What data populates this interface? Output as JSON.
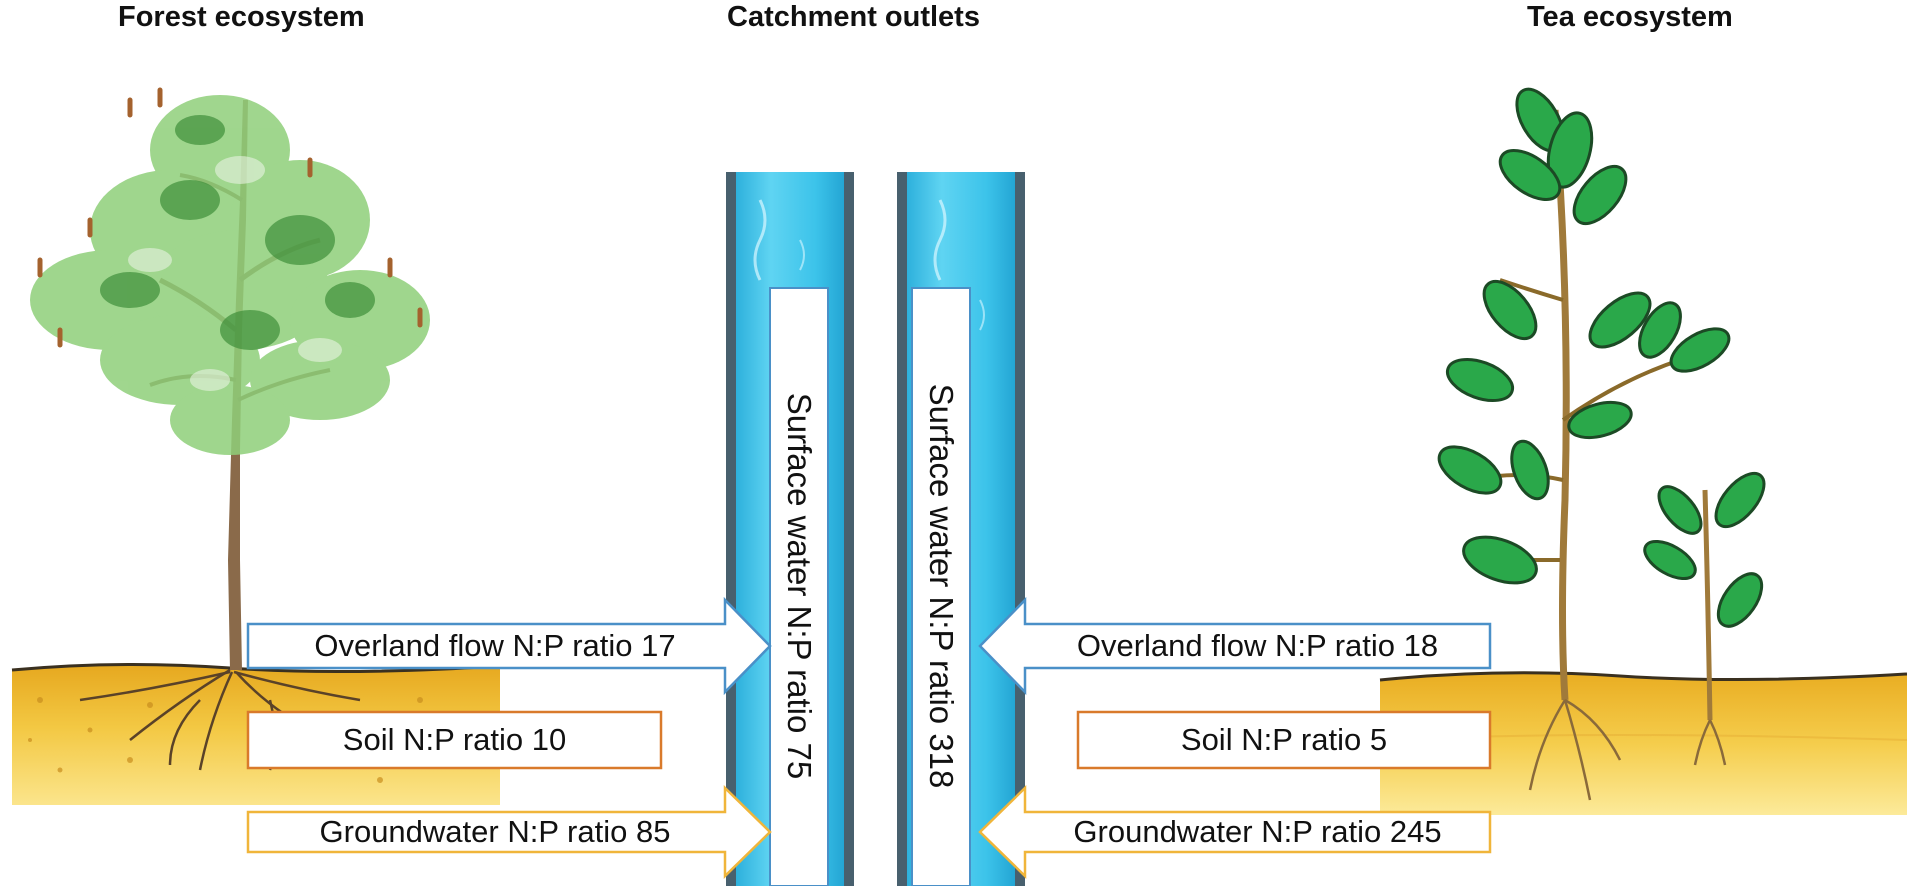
{
  "headings": {
    "forest": "Forest ecosystem",
    "outlets": "Catchment outlets",
    "tea": "Tea ecosystem"
  },
  "forest": {
    "overland_flow": "Overland flow N:P ratio 17",
    "soil": "Soil N:P ratio 10",
    "groundwater": "Groundwater N:P ratio 85",
    "surface_water": "Surface water N:P ratio 75"
  },
  "tea": {
    "overland_flow": "Overland flow N:P ratio 18",
    "soil": "Soil N:P ratio 5",
    "groundwater": "Groundwater N:P ratio 245",
    "surface_water": "Surface water N:P ratio 318"
  },
  "colors": {
    "overland_border": "#4a90c8",
    "soil_border": "#d97a2b",
    "groundwater_border": "#f0b53a",
    "water": "#39c4e8",
    "water_dark": "#48606e",
    "soil_fill": "#f2c13a",
    "soil_light": "#f8de7a",
    "leaf": "#2aa84a",
    "pine": "#7fbf6a",
    "trunk": "#8a6a4a"
  }
}
